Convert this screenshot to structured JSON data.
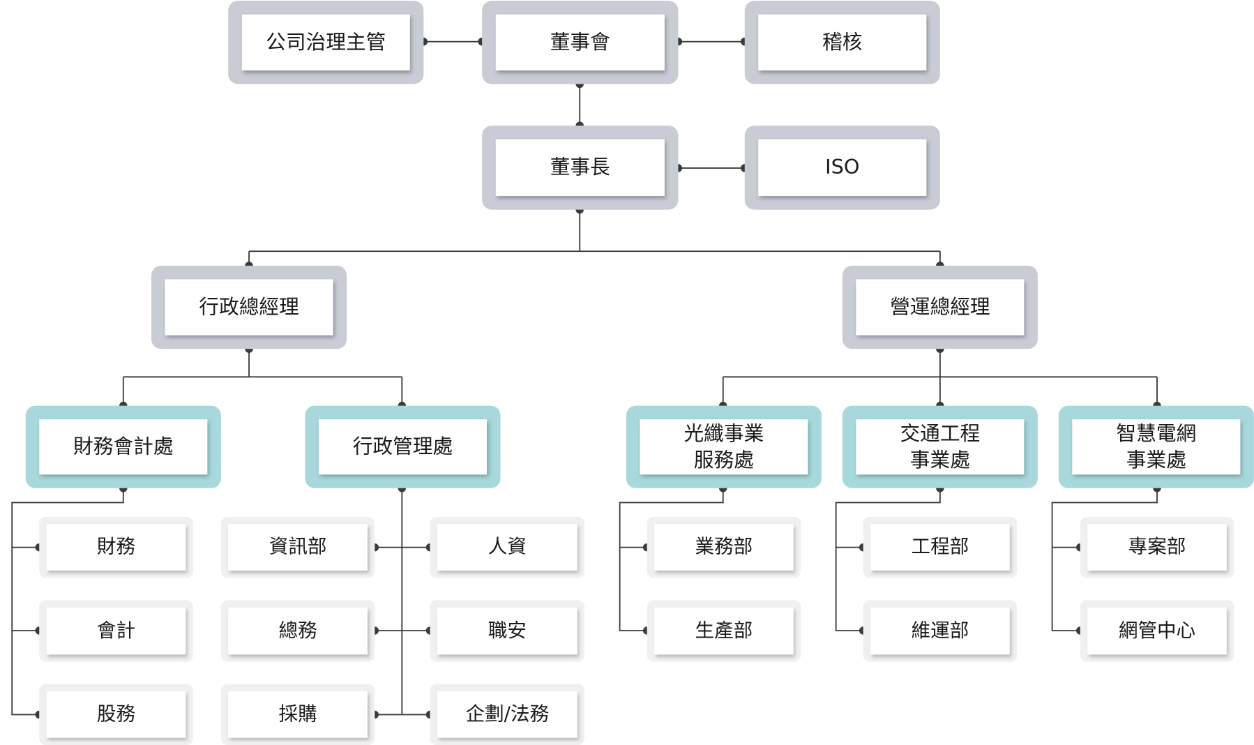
{
  "org_chart": {
    "board": "董事會",
    "corporate_governance": "公司治理主管",
    "audit": "稽核",
    "chairman": "董事長",
    "iso": "ISO",
    "admin_gm": "行政總經理",
    "ops_gm": "營運總經理",
    "finance_accounting_office": "財務會計處",
    "admin_management_office": "行政管理處",
    "fiber_services_division": "光纖事業\n服務處",
    "traffic_engineering_division": "交通工程\n事業處",
    "smart_grid_division": "智慧電網\n事業處",
    "finance": "財務",
    "accounting": "會計",
    "stock_affairs": "股務",
    "it_department": "資訊部",
    "general_affairs": "總務",
    "procurement": "採購",
    "human_resources": "人資",
    "occupational_safety": "職安",
    "planning_legal": "企劃/法務",
    "sales_department": "業務部",
    "production_department": "生產部",
    "engineering_department": "工程部",
    "maintenance_department": "維運部",
    "project_department": "專案部",
    "network_management_center": "網管中心"
  },
  "colors": {
    "executive_frame": "#c9ccd4",
    "division_frame": "#a8d8dc",
    "department_frame": "#f0f0f0",
    "connector": "#3a3a3a"
  }
}
